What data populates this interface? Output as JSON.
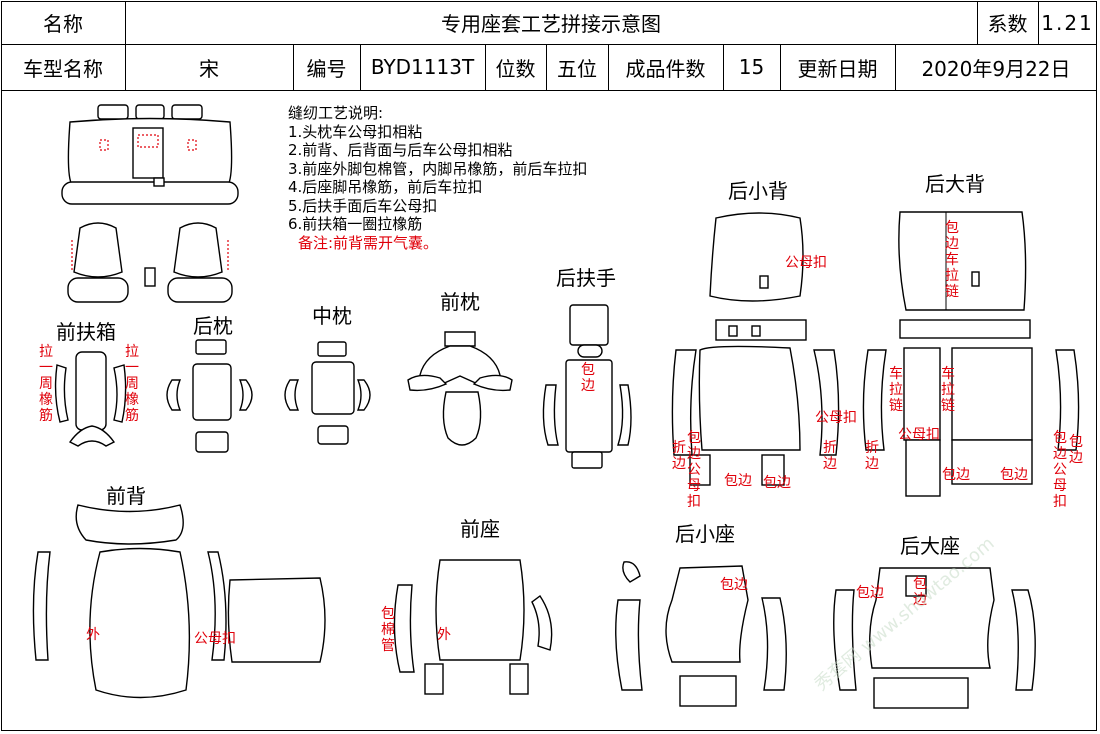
{
  "header": {
    "name_label": "名称",
    "title": "专用座套工艺拼接示意图",
    "coef_label": "系数",
    "coef_value": "1.21",
    "model_label": "车型名称",
    "model_value": "宋",
    "code_label": "编号",
    "code_value": "BYD1113T",
    "seats_label": "位数",
    "seats_value": "五位",
    "pieces_label": "成品件数",
    "pieces_value": "15",
    "date_label": "更新日期",
    "date_value": "2020年9月22日"
  },
  "notes": {
    "heading": "缝纫工艺说明:",
    "items": [
      "1.头枕车公母扣相粘",
      "2.前背、后背面与后车公母扣相粘",
      "3.前座外脚包棉管，内脚吊橡筋，前后车拉扣",
      "4.后座脚吊橡筋，前后车拉扣",
      "5.后扶手面后车公母扣",
      "6.前扶箱一圈拉橡筋"
    ],
    "remark": "备注:前背需开气囊。"
  },
  "sections": {
    "front_armbox": "前扶箱",
    "rear_headrest": "后枕",
    "middle_headrest": "中枕",
    "front_headrest": "前枕",
    "rear_armrest": "后扶手",
    "rear_small_back": "后小背",
    "rear_large_back": "后大背",
    "front_back": "前背",
    "front_seat": "前座",
    "rear_small_seat": "后小座",
    "rear_large_seat": "后大座"
  },
  "labels": {
    "pull_elastic": "拉一周橡筋",
    "binding": "包边",
    "snap": "公母扣",
    "outer": "外",
    "foam_tube_binding": "包棉管",
    "zipper_binding": "包边车拉链",
    "sew_zipper": "车拉链",
    "binding_snap": "包边公母扣",
    "fold_binding": "折边"
  },
  "watermark": "秀套网 www.showtao.com"
}
